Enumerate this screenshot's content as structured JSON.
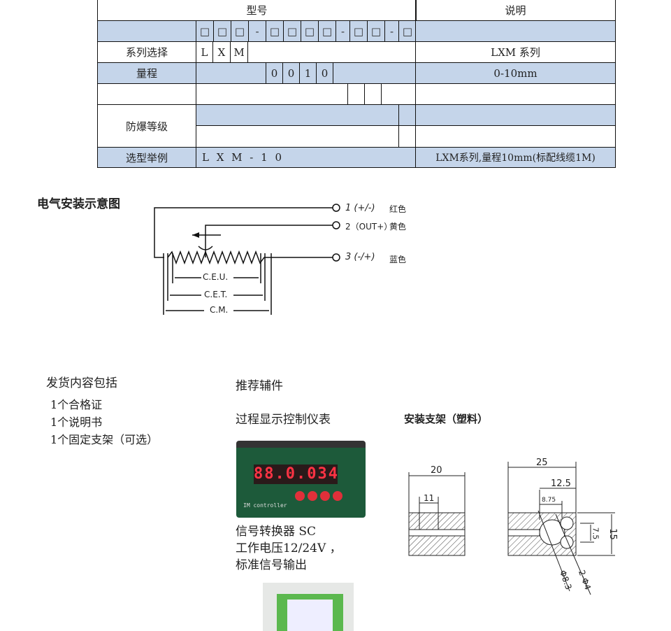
{
  "table": {
    "header": {
      "model": "型号",
      "desc": "说明"
    },
    "code_row": [
      "□",
      "□",
      "□",
      "-",
      "□",
      "□",
      "□",
      "□",
      "-",
      "□",
      "□",
      "-",
      "□"
    ],
    "series": {
      "label": "系列选择",
      "codes": [
        "L",
        "X",
        "M"
      ],
      "desc": "LXM 系列"
    },
    "range": {
      "label": "量程",
      "codes": [
        "0",
        "0",
        "1",
        "0"
      ],
      "desc": "0-10mm"
    },
    "explosion": {
      "label": "防爆等级"
    },
    "example": {
      "label": "选型举例",
      "code": "L X M - 1 0",
      "desc": "LXM系列,量程10mm(标配线缆1M)"
    }
  },
  "wiring": {
    "title": "电气安装示意图",
    "pins": [
      {
        "name": "1 (+/-)",
        "color": "红色"
      },
      {
        "name": "2（OUT+）",
        "color": "黄色"
      },
      {
        "name": "3 (-/+)",
        "color": "蓝色"
      }
    ],
    "dims": [
      "C.E.U.",
      "C.E.T.",
      "C.M."
    ]
  },
  "shipping": {
    "title": "发货内容包括",
    "items": [
      "1个合格证",
      "1个说明书",
      "1个固定支架（可选）"
    ]
  },
  "accessories": {
    "title": "推荐辅件",
    "display_title": "过程显示控制仪表",
    "display_readout": "88.0.034",
    "display_brand": "IM controller",
    "converter_lines": [
      "信号转换器 SC",
      "工作电压12/24V ，",
      "标准信号输出"
    ]
  },
  "bracket": {
    "title": "安装支架（塑料）",
    "dims": [
      "20",
      "11",
      "25",
      "12.5",
      "8.75",
      "7.5",
      "15",
      "Φ8.3",
      "2-Φ4"
    ]
  }
}
